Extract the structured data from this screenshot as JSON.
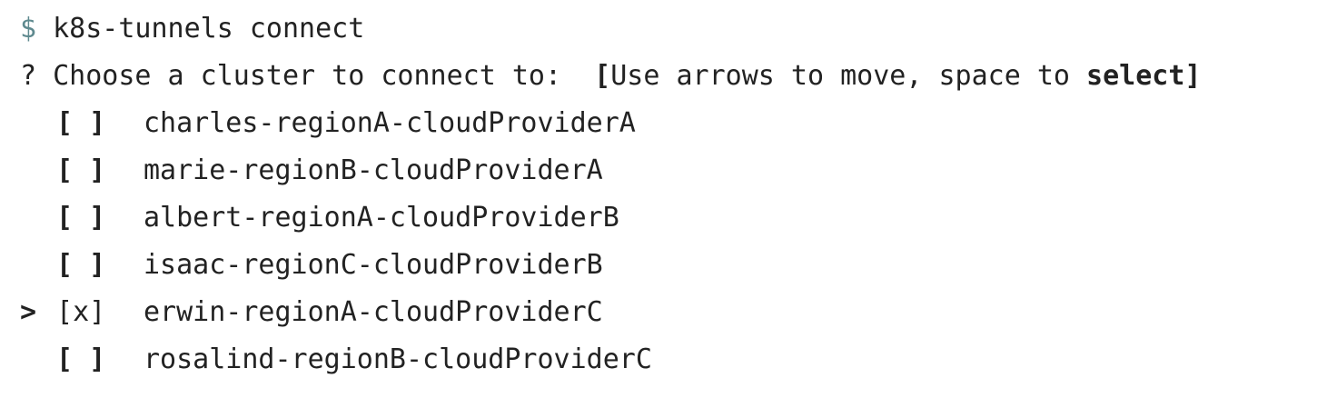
{
  "command": {
    "prompt_symbol": "$",
    "text": "k8s-tunnels connect"
  },
  "question": {
    "marker": "?",
    "text": "Choose a cluster to connect to:",
    "hint_open": "[",
    "hint_text": "Use arrows to move, space to ",
    "hint_bold": "select",
    "hint_close": "]"
  },
  "options": [
    {
      "cursor": "",
      "box_open": "[",
      "mark": " ",
      "box_close": "]",
      "label": "charles-regionA-cloudProviderA",
      "checked": false
    },
    {
      "cursor": "",
      "box_open": "[",
      "mark": " ",
      "box_close": "]",
      "label": "marie-regionB-cloudProviderA",
      "checked": false
    },
    {
      "cursor": "",
      "box_open": "[",
      "mark": " ",
      "box_close": "]",
      "label": "albert-regionA-cloudProviderB",
      "checked": false
    },
    {
      "cursor": "",
      "box_open": "[",
      "mark": " ",
      "box_close": "]",
      "label": "isaac-regionC-cloudProviderB",
      "checked": false
    },
    {
      "cursor": ">",
      "box_open": "[",
      "mark": "x",
      "box_close": "]",
      "label": "erwin-regionA-cloudProviderC",
      "checked": true
    },
    {
      "cursor": "",
      "box_open": "[",
      "mark": " ",
      "box_close": "]",
      "label": "rosalind-regionB-cloudProviderC",
      "checked": false
    }
  ],
  "colors": {
    "prompt": "#5f8a8f",
    "text": "#222222",
    "background": "#ffffff"
  }
}
